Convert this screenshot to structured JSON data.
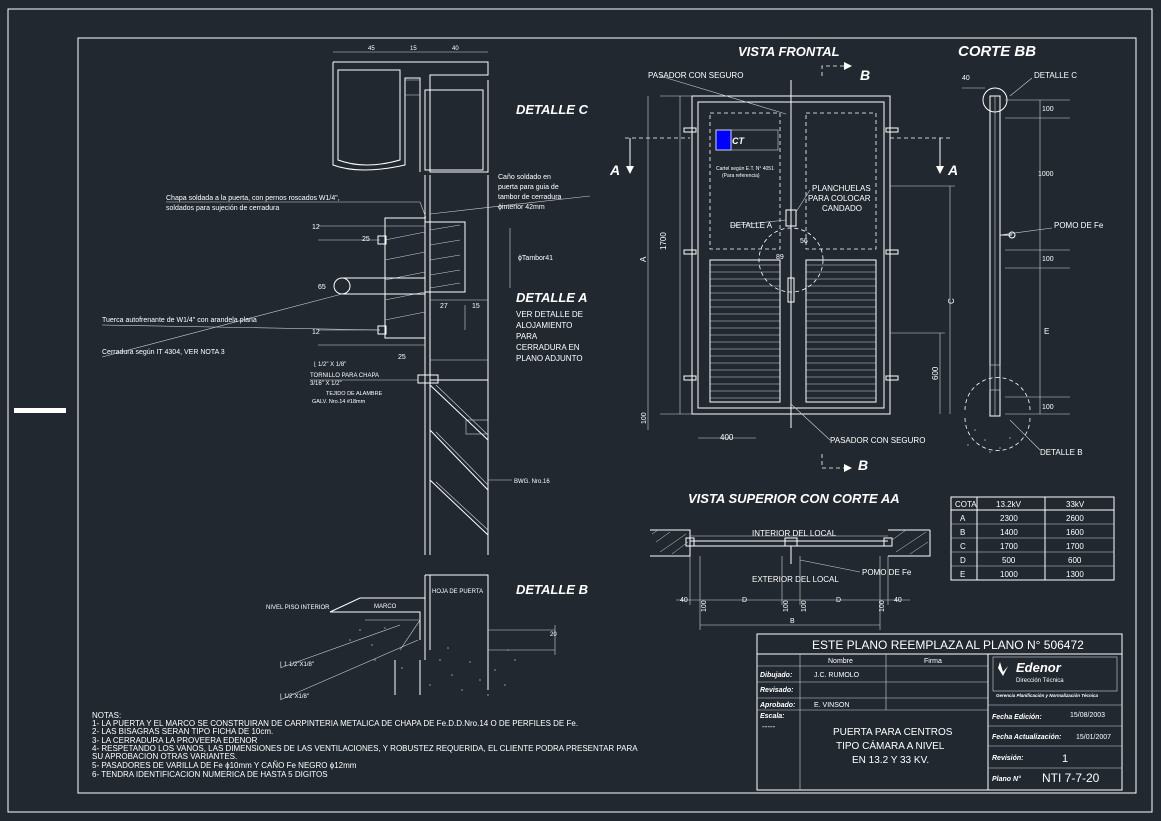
{
  "colors": {
    "background": "#212830",
    "line": "#ffffff",
    "accent": "#0000ff"
  },
  "titles": {
    "detalle_c": "DETALLE C",
    "detalle_a": "DETALLE A",
    "detalle_b": "DETALLE B",
    "vista_frontal": "VISTA FRONTAL",
    "corte_bb": "CORTE BB",
    "vista_superior": "VISTA SUPERIOR CON CORTE AA"
  },
  "detail_notes": {
    "cano_1": "Caño soldado en",
    "cano_2": "puerta para guia de",
    "cano_3": "tambor de cerradura",
    "cano_4": "ϕinterior 42mm",
    "chapa_1": "Chapa soldada a la puerta, con pernos roscados W1/4\",",
    "chapa_2": "soldados para sujeción de cerradura",
    "tambor": "ϕTambor41",
    "tuerca": "Tuerca autofrenante de W1/4\" con arandela plana",
    "cerradura": "Cerradura según IT 4304, VER NOTA 3",
    "ver_1": "VER DETALLE DE",
    "ver_2": "ALOJAMIENTO",
    "ver_3": "PARA",
    "ver_4": "CERRADURA EN",
    "ver_5": "PLANO ADJUNTO",
    "angulo": "⌊ 1/2\" X 1/8\"",
    "tornillo_1": "TORNILLO PARA CHAPA",
    "tornillo_2": "3/16\" X 1/2\"",
    "tejido_1": "TEJIDO DE ALAMBRE",
    "tejido_2": "GALV. Nro.14  #18mm",
    "bwg": "BWG. Nro.16",
    "nivel_piso": "NIVEL PISO INTERIOR",
    "marco": "MARCO",
    "hoja": "HOJA DE PUERTA",
    "angulo_b1": "⌊ 1 1/2\"X1/8\"",
    "angulo_b2": "⌊ 1/2\"X1/8\"",
    "dims_c": [
      "45",
      "15",
      "40"
    ],
    "dims_a": [
      "12",
      "25",
      "65",
      "27",
      "15",
      "12",
      "25"
    ],
    "dim_b": "20"
  },
  "front": {
    "pasador_top": "PASADOR CON SEGURO",
    "pasador_bottom": "PASADOR CON SEGURO",
    "planchuelas_1": "PLANCHUELAS",
    "planchuelas_2": "PARA COLOCAR",
    "planchuelas_3": "CANDADO",
    "detalle_a": "DETALLE A",
    "ct": "CT",
    "cartel_1": "Cartel según E.T. N° 4051",
    "cartel_2": "(Para referencia)",
    "b_top": "B",
    "b_bottom": "B",
    "a_left": "A",
    "a_right": "A",
    "dim_1700": "1700",
    "dim_A": "A",
    "dim_100": "100",
    "dim_400": "400",
    "dim_600": "600",
    "dim_C": "C",
    "dim_56": "56",
    "dim_89": "89"
  },
  "corte": {
    "detalle_c": "DETALLE C",
    "detalle_b": "DETALLE B",
    "pomo": "POMO DE Fe",
    "dim_40": "40",
    "dims": [
      "100",
      "1000",
      "100",
      "E",
      "100"
    ]
  },
  "superior": {
    "interior": "INTERIOR DEL LOCAL",
    "exterior": "EXTERIOR DEL LOCAL",
    "pomo": "POMO DE Fe",
    "dims": [
      "40",
      "100",
      "D",
      "100",
      "100",
      "D",
      "100",
      "40"
    ],
    "dim_B": "B"
  },
  "table": {
    "headers": [
      "COTA",
      "13.2kV",
      "33kV"
    ],
    "rows": [
      [
        "A",
        "2300",
        "2600"
      ],
      [
        "B",
        "1400",
        "1600"
      ],
      [
        "C",
        "1700",
        "1700"
      ],
      [
        "D",
        "500",
        "600"
      ],
      [
        "E",
        "1000",
        "1300"
      ]
    ]
  },
  "title_block": {
    "reemplaza": "ESTE PLANO REEMPLAZA AL PLANO N° 506472",
    "nombre": "Nombre",
    "firma": "Firma",
    "dibujado_label": "Dibujado:",
    "dibujado": "J.C. RUMOLO",
    "revisado_label": "Revisado:",
    "aprobado_label": "Aprobado:",
    "aprobado": "E. VINSON",
    "escala_label": "Escala:",
    "escala": "-----",
    "desc_1": "PUERTA PARA CENTROS",
    "desc_2": "TIPO CÁMARA A NIVEL",
    "desc_3": "EN 13.2 Y 33 KV.",
    "company": "Edenor",
    "dept": "Dirección Técnica",
    "gerencia": "Gerencia Planificación y Normalización Técnica",
    "fecha_edicion_label": "Fecha Edición:",
    "fecha_edicion": "15/08/2003",
    "fecha_act_label": "Fecha Actualización:",
    "fecha_act": "15/01/2007",
    "revision_label": "Revisión:",
    "revision": "1",
    "plano_label": "Plano N°",
    "plano": "NTI 7-7-20"
  },
  "notas": {
    "title": "NOTAS:",
    "lines": [
      "1- LA PUERTA Y EL MARCO SE CONSTRUIRAN DE CARPINTERIA METALICA DE CHAPA DE Fe.D.D.Nro.14 O DE PERFILES DE Fe.",
      "2- LAS BISAGRAS SERAN TIPO FICHA DE 10cm.",
      "3- LA CERRADURA LA PROVEERA EDENOR",
      "4- RESPETANDO LOS VANOS, LAS DIMENSIONES DE LAS VENTILACIONES, Y ROBUSTEZ REQUERIDA, EL CLIENTE PODRA PRESENTAR PARA",
      "    SU APROBACION OTRAS VARIANTES.",
      "5- PASADORES DE VARILLA DE Fe ϕ10mm Y CAÑO Fe NEGRO ϕ12mm",
      "6- TENDRA IDENTIFICACION NUMERICA DE HASTA 5 DIGITOS"
    ]
  }
}
